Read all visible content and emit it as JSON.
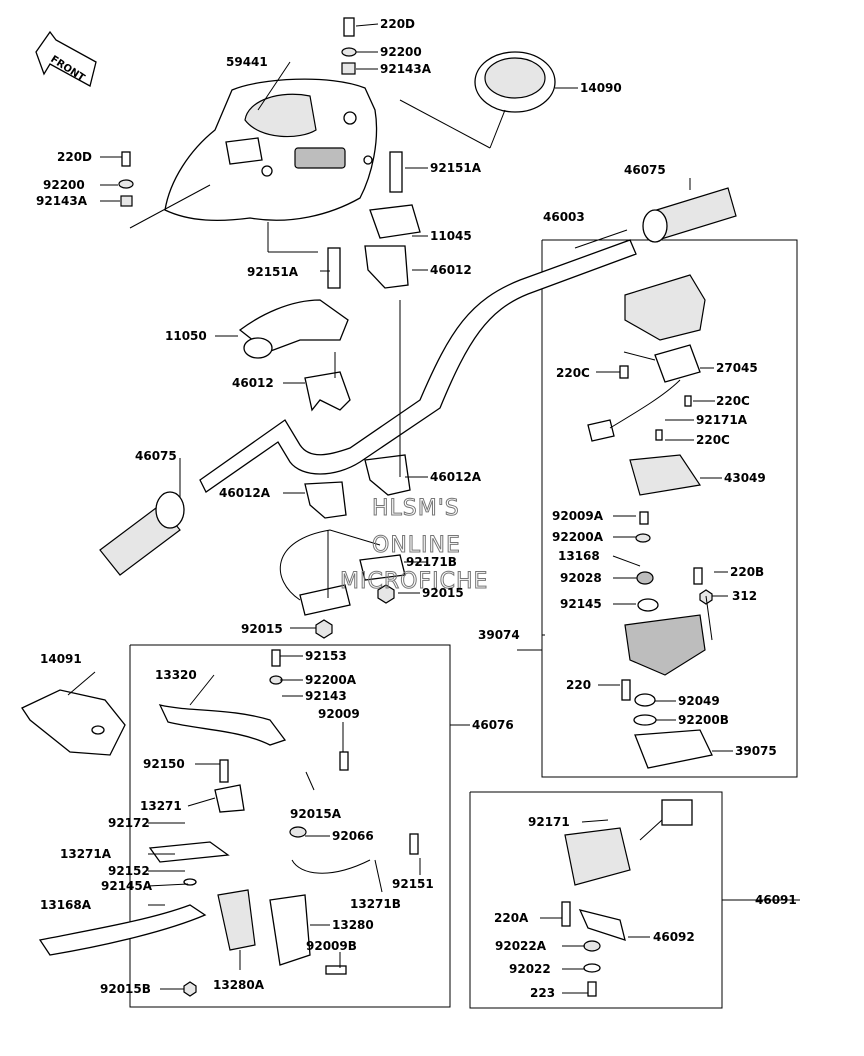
{
  "front_label": "FRONT",
  "watermark": [
    "HLSM'S",
    "ONLINE",
    "MICROFICHE"
  ],
  "labels": [
    {
      "id": "220D-top",
      "text": "220D"
    },
    {
      "id": "92200-top",
      "text": "92200"
    },
    {
      "id": "92143A-top",
      "text": "92143A"
    },
    {
      "id": "59441",
      "text": "59441"
    },
    {
      "id": "14090",
      "text": "14090"
    },
    {
      "id": "220D-left",
      "text": "220D"
    },
    {
      "id": "92200-left",
      "text": "92200"
    },
    {
      "id": "92143A-left",
      "text": "92143A"
    },
    {
      "id": "92151A-top",
      "text": "92151A"
    },
    {
      "id": "46075-right",
      "text": "46075"
    },
    {
      "id": "46003",
      "text": "46003"
    },
    {
      "id": "11045",
      "text": "11045"
    },
    {
      "id": "46012-top",
      "text": "46012"
    },
    {
      "id": "92151A-mid",
      "text": "92151A"
    },
    {
      "id": "11050",
      "text": "11050"
    },
    {
      "id": "46012-mid",
      "text": "46012"
    },
    {
      "id": "46075-left",
      "text": "46075"
    },
    {
      "id": "46012A-left",
      "text": "46012A"
    },
    {
      "id": "46012A-right",
      "text": "46012A"
    },
    {
      "id": "92171B",
      "text": "92171B"
    },
    {
      "id": "92015-right",
      "text": "92015"
    },
    {
      "id": "92015-left",
      "text": "92015"
    },
    {
      "id": "220C-left",
      "text": "220C"
    },
    {
      "id": "27045",
      "text": "27045"
    },
    {
      "id": "220C-mid",
      "text": "220C"
    },
    {
      "id": "92171A",
      "text": "92171A"
    },
    {
      "id": "220C-low",
      "text": "220C"
    },
    {
      "id": "43049",
      "text": "43049"
    },
    {
      "id": "92009A",
      "text": "92009A"
    },
    {
      "id": "92200A-right",
      "text": "92200A"
    },
    {
      "id": "13168",
      "text": "13168"
    },
    {
      "id": "92028",
      "text": "92028"
    },
    {
      "id": "220B",
      "text": "220B"
    },
    {
      "id": "92145",
      "text": "92145"
    },
    {
      "id": "312",
      "text": "312"
    },
    {
      "id": "39074",
      "text": "39074"
    },
    {
      "id": "220",
      "text": "220"
    },
    {
      "id": "92049",
      "text": "92049"
    },
    {
      "id": "92200B",
      "text": "92200B"
    },
    {
      "id": "39075",
      "text": "39075"
    },
    {
      "id": "14091",
      "text": "14091"
    },
    {
      "id": "13320",
      "text": "13320"
    },
    {
      "id": "92153",
      "text": "92153"
    },
    {
      "id": "92200A-left",
      "text": "92200A"
    },
    {
      "id": "92143",
      "text": "92143"
    },
    {
      "id": "92009",
      "text": "92009"
    },
    {
      "id": "46076",
      "text": "46076"
    },
    {
      "id": "92150",
      "text": "92150"
    },
    {
      "id": "92015A",
      "text": "92015A"
    },
    {
      "id": "13271",
      "text": "13271"
    },
    {
      "id": "92172",
      "text": "92172"
    },
    {
      "id": "92066",
      "text": "92066"
    },
    {
      "id": "13271A",
      "text": "13271A"
    },
    {
      "id": "92152",
      "text": "92152"
    },
    {
      "id": "92151",
      "text": "92151"
    },
    {
      "id": "92145A",
      "text": "92145A"
    },
    {
      "id": "13271B",
      "text": "13271B"
    },
    {
      "id": "13168A",
      "text": "13168A"
    },
    {
      "id": "13280",
      "text": "13280"
    },
    {
      "id": "92009B",
      "text": "92009B"
    },
    {
      "id": "92015B",
      "text": "92015B"
    },
    {
      "id": "13280A",
      "text": "13280A"
    },
    {
      "id": "92171",
      "text": "92171"
    },
    {
      "id": "46091",
      "text": "46091"
    },
    {
      "id": "220A",
      "text": "220A"
    },
    {
      "id": "46092",
      "text": "46092"
    },
    {
      "id": "92022A",
      "text": "92022A"
    },
    {
      "id": "92022",
      "text": "92022"
    },
    {
      "id": "223",
      "text": "223"
    }
  ]
}
